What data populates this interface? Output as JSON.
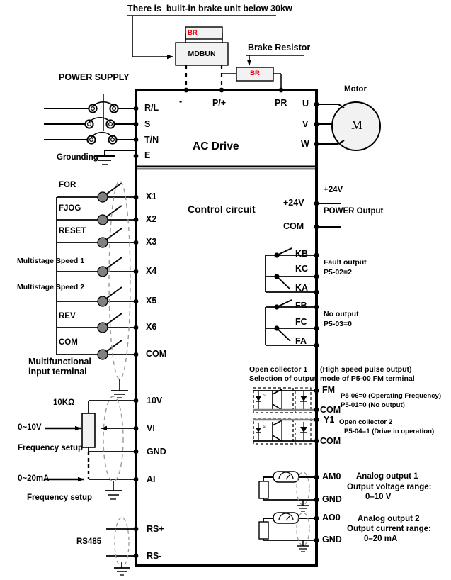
{
  "title": "AC Drive wiring diagram",
  "notes": {
    "brake_note": "There is  built-in brake unit below 30kw",
    "brake_resistor": "Brake Resistor",
    "mdbun": "MDBUN",
    "br_top": "BR",
    "br_side": "BR"
  },
  "power": {
    "supply_label": "POWER SUPPLY",
    "grounding_label": "Grounding"
  },
  "drive": {
    "main_label": "AC Drive",
    "control_label": "Control circuit",
    "motor_label": "Motor",
    "motor_symbol": "M"
  },
  "dc_terminals": [
    {
      "name": "minus",
      "label": "-"
    },
    {
      "name": "p-plus",
      "label": "P/+"
    },
    {
      "name": "pr",
      "label": "PR"
    }
  ],
  "input_terminals": [
    {
      "label": "R/L"
    },
    {
      "label": "S"
    },
    {
      "label": "T/N"
    },
    {
      "label": "E"
    }
  ],
  "motor_terminals": [
    {
      "label": "U"
    },
    {
      "label": "V"
    },
    {
      "label": "W"
    }
  ],
  "multifunction": {
    "group_label": "Multifunctional\ninput terminal",
    "rows": [
      {
        "function": "FOR",
        "terminal": "X1"
      },
      {
        "function": "FJOG",
        "terminal": "X2"
      },
      {
        "function": "RESET",
        "terminal": "X3"
      },
      {
        "function": "Multistage Speed 1",
        "terminal": "X4"
      },
      {
        "function": "Multistage Speed 2",
        "terminal": "X5"
      },
      {
        "function": "REV",
        "terminal": "X6"
      },
      {
        "function": "COM",
        "terminal": "COM"
      }
    ]
  },
  "power_output": {
    "terminal_24v": "+24V",
    "terminal_com": "COM",
    "label_24v": "+24V",
    "label_power": "POWER Output"
  },
  "relay1": {
    "terminals": [
      "KB",
      "KC",
      "KA"
    ],
    "desc_line1": "Fault output",
    "desc_line2": "P5-02=2"
  },
  "relay2": {
    "terminals": [
      "FB",
      "FC",
      "FA"
    ],
    "desc_line1": "No output",
    "desc_line2": "P5-03=0"
  },
  "open_collector": {
    "head_left_line1": "Open collector 1",
    "head_left_line2": "Selection of output",
    "head_right_line1": "(High speed pulse output)",
    "head_right_line2": "mode of P5-00 FM terminal",
    "fm_terminal": "FM",
    "fm_line1": "P5-06=0 (Operating Frequency)",
    "fm_line2": "P5-01=0 (No output)",
    "com1_terminal": "COM",
    "y1_terminal": "Y1",
    "y1_line1": "Open collector 2",
    "y1_line2": "P5-04=1 (Drive in operation)",
    "com2_terminal": "COM"
  },
  "analog_in": {
    "pot_label": "10KΩ",
    "voltage_range": "0~10V",
    "voltage_setup": "Frequency setup",
    "current_range": "0~20mA",
    "current_setup": "Frequency setup",
    "terminals": [
      "10V",
      "VI",
      "GND",
      "AI"
    ]
  },
  "analog_out": {
    "am0_terminal": "AM0",
    "am0_line1": "Analog output 1",
    "am0_line2": "Output voltage range:",
    "am0_line3": "0–10 V",
    "gnd1_terminal": "GND",
    "ao0_terminal": "AO0",
    "ao0_line1": "Analog output 2",
    "ao0_line2": "Output current range:",
    "ao0_line3": "0–20 mA",
    "gnd2_terminal": "GND"
  },
  "rs485": {
    "label": "RS485",
    "terminal_plus": "RS+",
    "terminal_minus": "RS-"
  },
  "colors": {
    "br_text": "#e8000d",
    "line": "#000000",
    "box_fill": "#f2f2f2",
    "shield": "#808080",
    "switch_dot": "#808080"
  }
}
